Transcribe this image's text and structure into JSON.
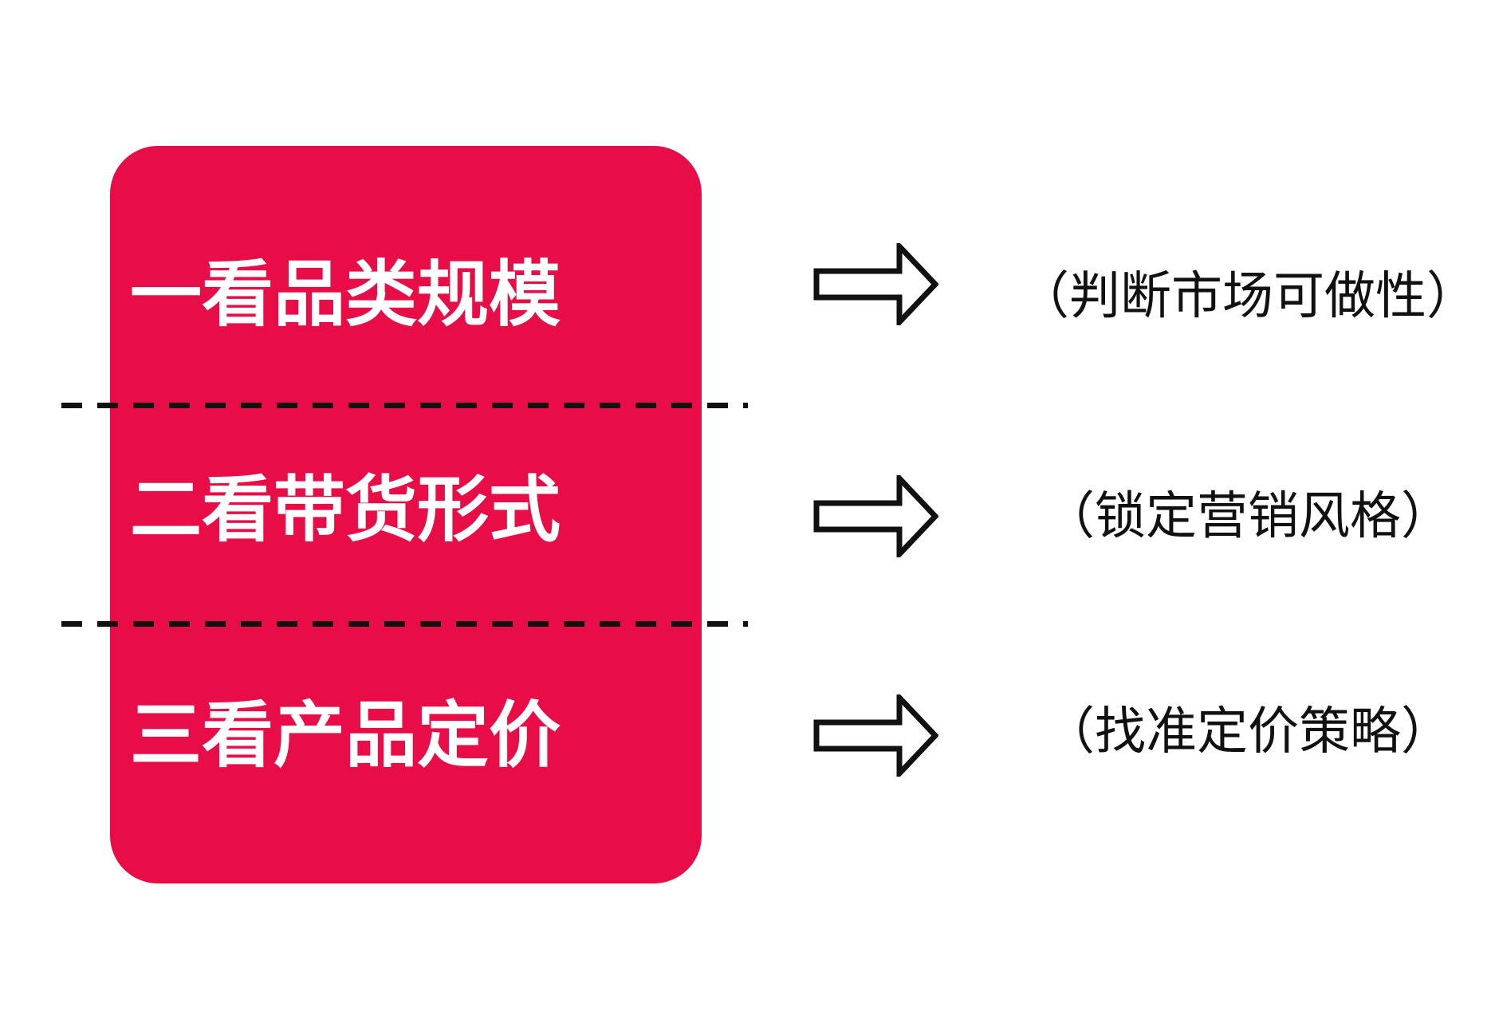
{
  "diagram": {
    "rows": [
      {
        "left_label": "一看品类规模",
        "right_label": "（判断市场可做性）"
      },
      {
        "left_label": "二看带货形式",
        "right_label": "（锁定营销风格）"
      },
      {
        "left_label": "三看产品定价",
        "right_label": "（找准定价策略）"
      }
    ],
    "colors": {
      "box_red": "#E90D47",
      "box_text": "#FFFFFF",
      "right_text": "#111111",
      "dash": "#111111"
    }
  }
}
